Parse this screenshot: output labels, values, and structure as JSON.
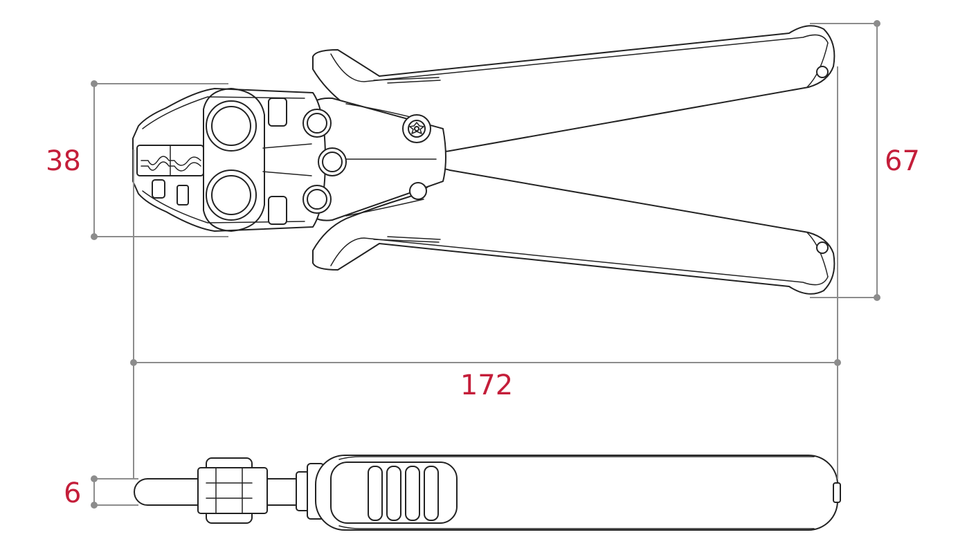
{
  "dimensions": {
    "jaw_height": {
      "value": "38"
    },
    "overall_height": {
      "value": "67"
    },
    "overall_length": {
      "value": "172"
    },
    "thickness": {
      "value": "6"
    }
  },
  "colors": {
    "dimension_text": "#c41e3a",
    "dimension_line": "#8c8c8c",
    "outline": "#222222",
    "background": "#ffffff"
  }
}
